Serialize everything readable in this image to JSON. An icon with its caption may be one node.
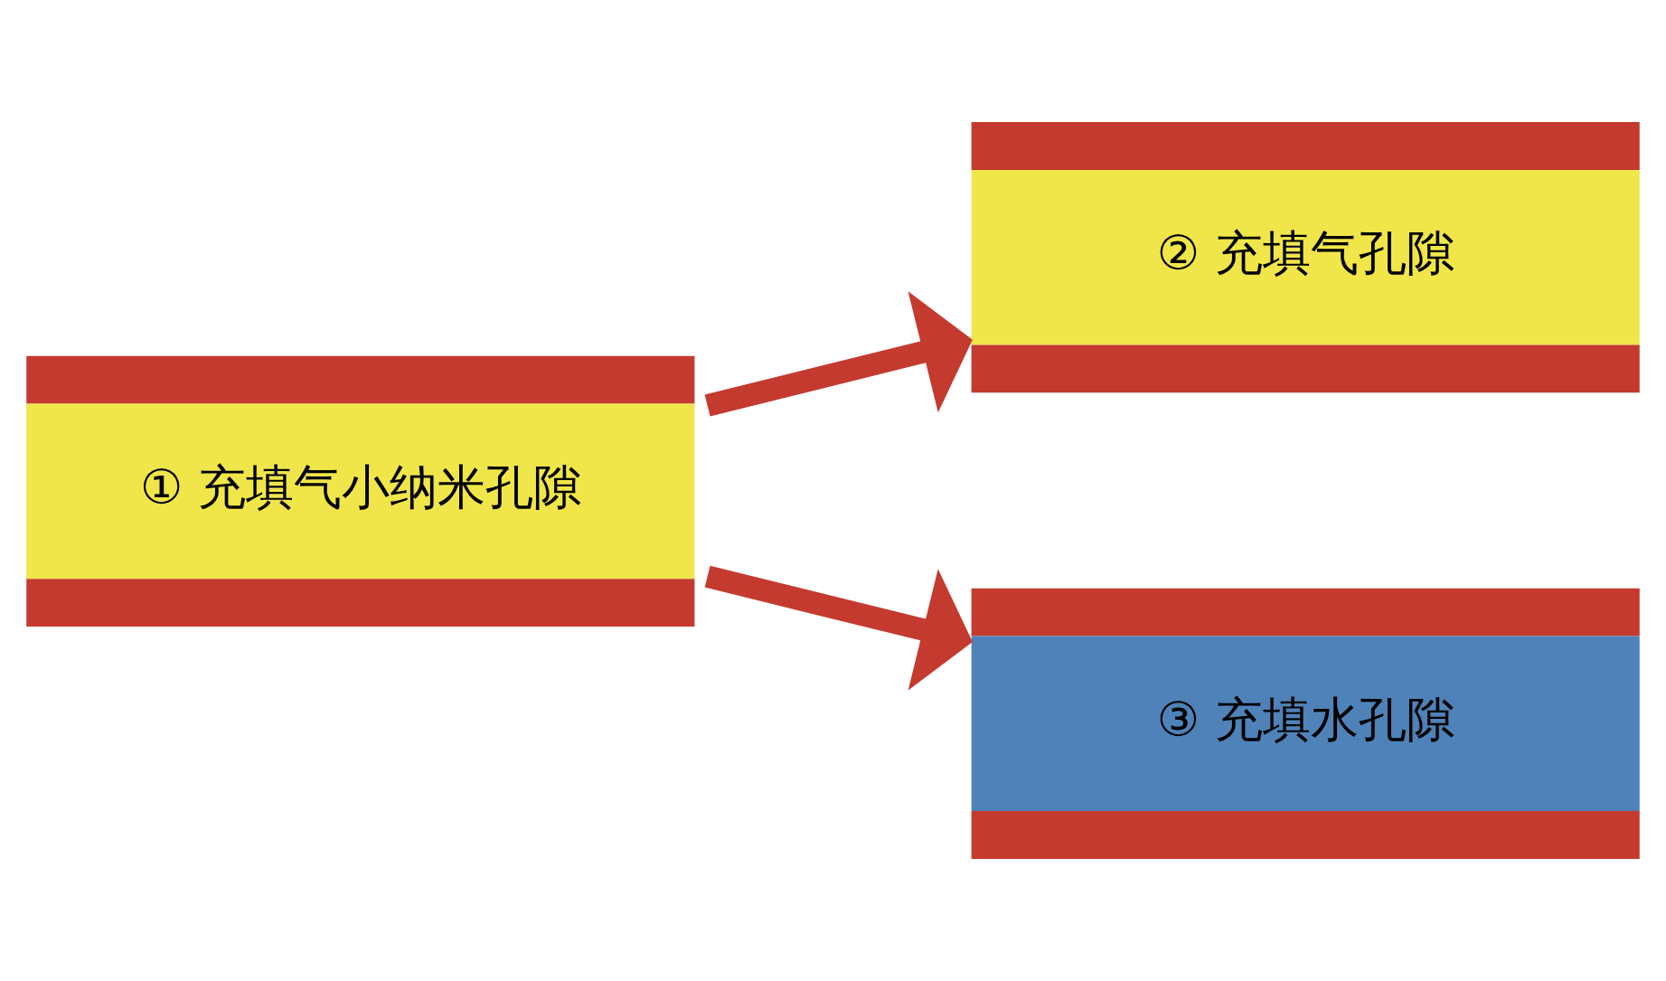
{
  "diagram": {
    "nodes": [
      {
        "text": [
          "① 充填气小纳米孔隙"
        ]
      },
      {
        "text": [
          "② 充填气孔隙"
        ]
      },
      {
        "text": [
          "③ 充填水孔隙"
        ]
      }
    ],
    "edges": [
      {
        "from": 0,
        "to": 1,
        "arrow": "to"
      },
      {
        "from": 0,
        "to": 2,
        "arrow": "to"
      }
    ]
  }
}
